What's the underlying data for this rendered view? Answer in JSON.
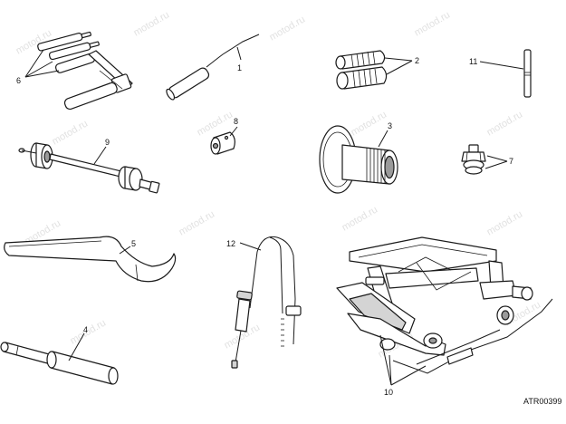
{
  "figure": {
    "code": "ATR00399",
    "watermark": "motod.ru"
  },
  "callouts": [
    {
      "id": "c1",
      "label": "1"
    },
    {
      "id": "c2",
      "label": "2"
    },
    {
      "id": "c3",
      "label": "3"
    },
    {
      "id": "c4",
      "label": "4"
    },
    {
      "id": "c5",
      "label": "5"
    },
    {
      "id": "c6",
      "label": "6"
    },
    {
      "id": "c7",
      "label": "7"
    },
    {
      "id": "c8",
      "label": "8"
    },
    {
      "id": "c9",
      "label": "9"
    },
    {
      "id": "c10",
      "label": "10"
    },
    {
      "id": "c11",
      "label": "11"
    },
    {
      "id": "c12",
      "label": "12"
    }
  ]
}
